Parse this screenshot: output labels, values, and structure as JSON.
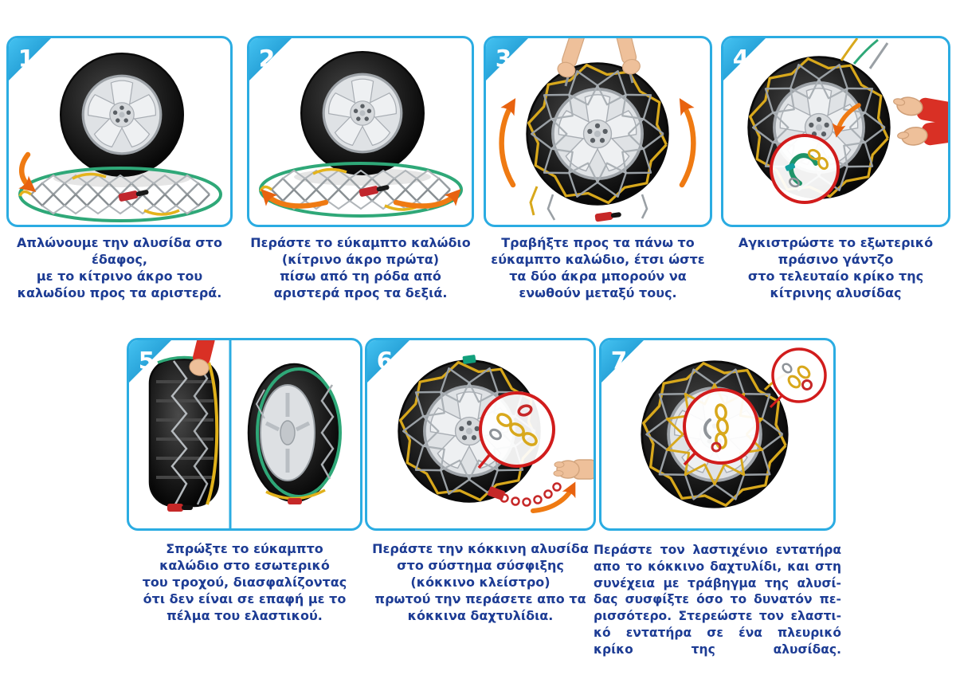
{
  "title": "Snow chain fitting instructions",
  "colors": {
    "panel_border_blue": "#2bace2",
    "badge_blue": "#1798d6",
    "caption_blue": "#1d3c94",
    "arrow_orange": "#ef7a12",
    "chain_yellow": "#d8a81c",
    "cable_green": "#2fa878",
    "tensioner_red": "#c62828",
    "magnifier_red": "#d11c1c"
  },
  "steps": [
    {
      "number": "1",
      "caption": "Απλώνουμε την αλυσίδα στο\nέδαφος,\nμε το κίτρινο άκρο του\nκαλωδίου προς τα αριστερά.",
      "illustration": "chain-laid-flat-on-ground-in-front-of-wheel"
    },
    {
      "number": "2",
      "caption": "Περάστε το εύκαμπτο καλώδιο\n(κίτρινο άκρο πρώτα)\nπίσω από τη ρόδα από\nαριστερά προς τα δεξιά.",
      "illustration": "cable-passed-behind-wheel-left-to-right"
    },
    {
      "number": "3",
      "caption": "Τραβήξτε προς τα πάνω το\nεύκαμπτο καλώδιο, έτσι ώστε\nτα δύο άκρα μπορούν να\nενωθούν μεταξύ τους.",
      "illustration": "hands-pulling-cable-ends-up-over-tyre"
    },
    {
      "number": "4",
      "caption": "Αγκιστρώστε το εξωτερικό\nπράσινο γάντζο\nστο τελευταίο κρίκο της\nκίτρινης αλυσίδας",
      "illustration": "green-hook-attached-to-last-yellow-chain-link"
    },
    {
      "number": "5",
      "caption": "Σπρώξτε το εύκαμπτο\nκαλώδιο στο εσωτερικό\nτου τροχού, διασφαλίζοντας\nότι δεν είναι σε επαφή με το\nπέλμα του ελαστικού.",
      "illustration": "pushing-cable-to-inner-side-of-wheel"
    },
    {
      "number": "6",
      "caption": "Περάστε την κόκκινη αλυσίδα\nστο σύστημα σύσφιξης\n(κόκκινο κλείστρο)\nπρωτού την περάσετε απο τα\nκόκκινα δαχτυλίδια.",
      "illustration": "red-chain-through-tensioning-clasp"
    },
    {
      "number": "7",
      "caption": "Περάστε τον λαστιχένιο εντατήρα\nαπο το κόκκινο δαχτυλίδι, και στη\nσυνέχεια με τράβηγμα της αλυσί-\nδας συσφίξτε όσο το δυνατόν πε-\nρισσότερο. Στερεώστε τον ελαστι-\nκό εντατήρα σε ένα πλευρικό\nκρίκο της αλυσίδας.",
      "illustration": "elastic-tensioner-through-red-ring-and-side-link"
    }
  ]
}
